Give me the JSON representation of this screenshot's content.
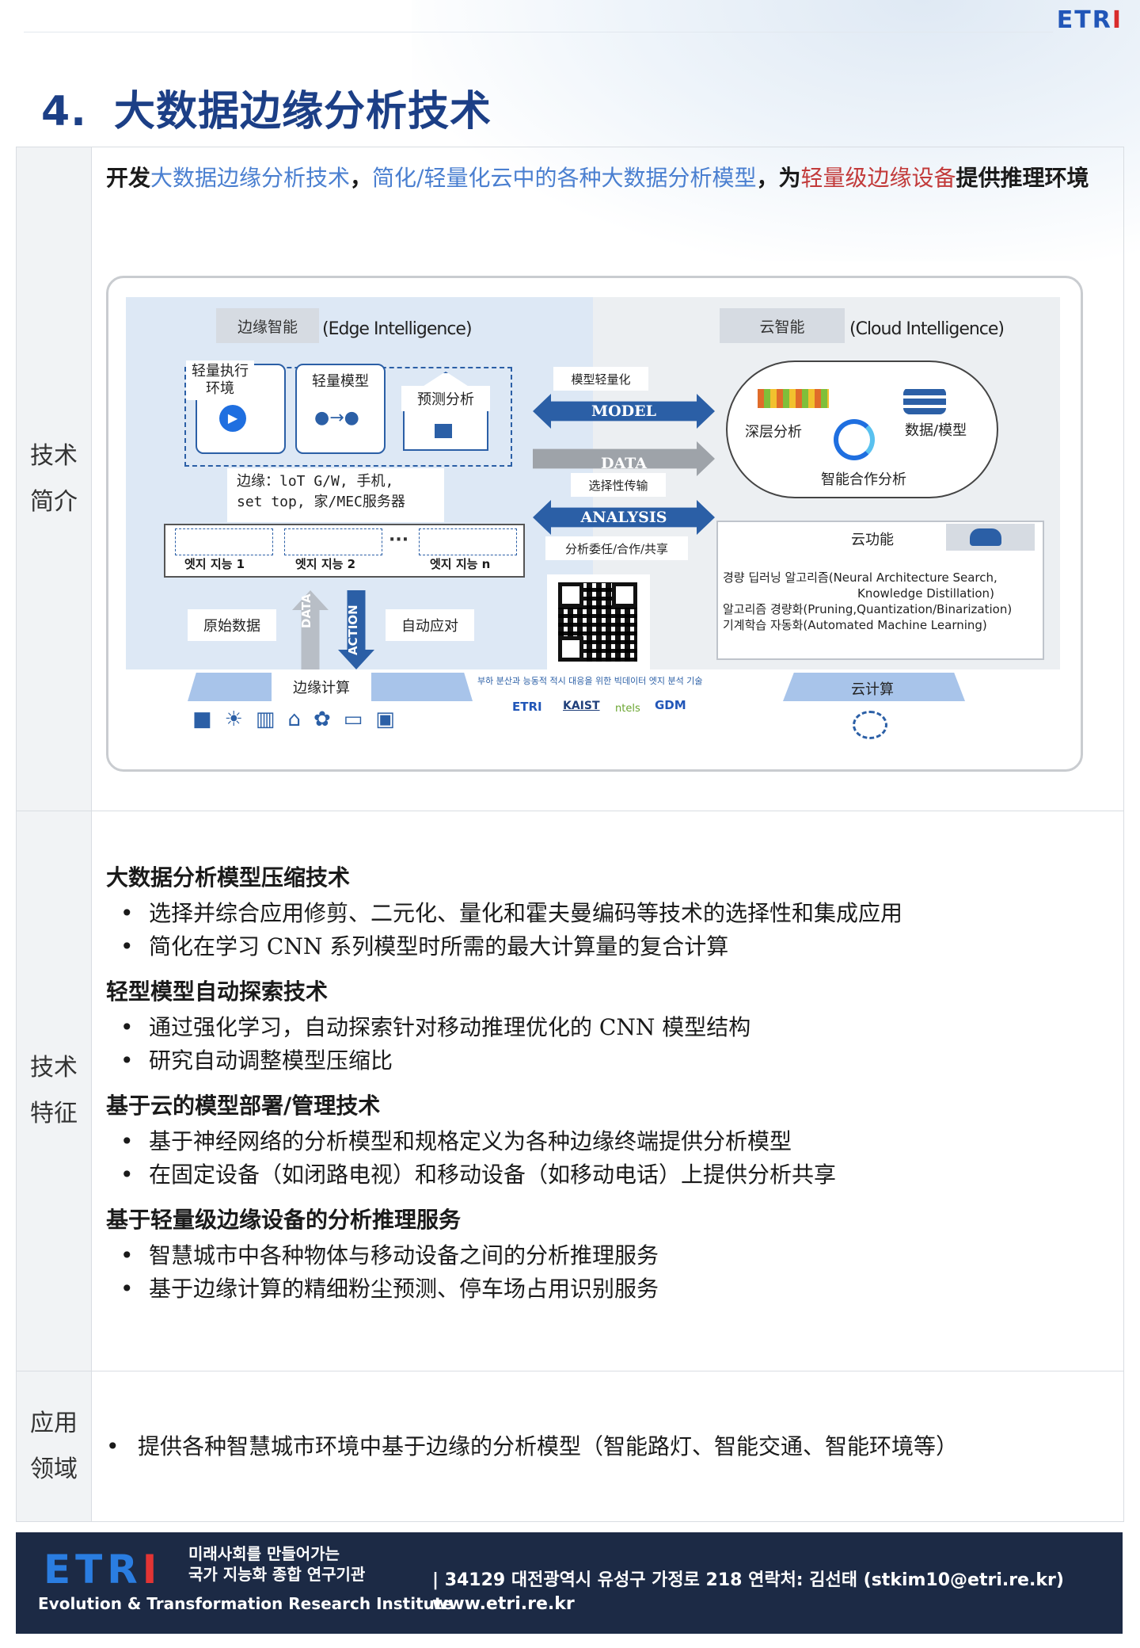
{
  "brand": {
    "logo_blue": "ETR",
    "logo_red": "I"
  },
  "page": {
    "number": "4.",
    "title": "大数据边缘分析技术"
  },
  "labels": {
    "intro": [
      "技术",
      "简介"
    ],
    "features": [
      "技术",
      "特征"
    ],
    "application": [
      "应用",
      "领域"
    ]
  },
  "intro": {
    "t1": "开发",
    "t2": "大数据边缘分析技术",
    "t3": "，",
    "t4": "简化/轻量化云中的各种大数据分析模型",
    "t5": "，为",
    "t6": "轻量级边缘设备",
    "t7": "提供推理环境"
  },
  "diagram": {
    "edge_label": "边缘智能",
    "edge_en": "(Edge Intelligence)",
    "cloud_label": "云智能",
    "cloud_en": "(Cloud Intelligence)",
    "edge_boxes": [
      "轻量执行环境",
      "轻量模型",
      "预测分析"
    ],
    "edge_desc_1": "边缘：loT G/W, 手机,",
    "edge_desc_2": "set top, 家/MEC服务器",
    "nodes": [
      "엣지 지능 1",
      "엣지 지능 2",
      "엣지 지능 n"
    ],
    "nodes_ellipsis": "···",
    "raw_data": "原始数据",
    "auto_response": "自动应对",
    "data_arrow": "DATA",
    "action_arrow": "ACTION",
    "edge_compute": "边缘计算",
    "model_note": "模型轻量化",
    "model_arrow": "MODEL",
    "data_mid_arrow": "DATA",
    "data_note": "选择性传输",
    "analysis_arrow": "ANALYSIS",
    "analysis_note": "分析委任/合作/共享",
    "cloud_items": [
      "深层分析",
      "数据/模型",
      "智能合作分析"
    ],
    "cloud_func_title": "云功能",
    "cloud_func": [
      "경량 딥러닝 알고리즘(Neural Architecture Search,",
      "Knowledge Distillation)",
      "알고리즘 경량화(Pruning,Quantization/Binarization)",
      "기계학습 자동화(Automated Machine Learning)"
    ],
    "bottom_caption": "부하 분산과 능동적 적시 대응을 위한 빅데이터 엣지 분석 기술",
    "partners": [
      "ETRI",
      "KAIST",
      "ntels",
      "GDM"
    ],
    "cloud_compute": "云计算",
    "colors": {
      "edge_bg": "#dde8f5",
      "arrow_blue": "#2b5fa6",
      "arrow_gray": "#9ea3a9"
    }
  },
  "features": [
    {
      "title": "大数据分析模型压缩技术",
      "items": [
        "选择并综合应用修剪、二元化、量化和霍夫曼编码等技术的选择性和集成应用",
        "简化在学习 CNN 系列模型时所需的最大计算量的复合计算"
      ]
    },
    {
      "title": "轻型模型自动探索技术",
      "items": [
        "通过强化学习，自动探索针对移动推理优化的 CNN 模型结构",
        "研究自动调整模型压缩比"
      ]
    },
    {
      "title": "基于云的模型部署/管理技术",
      "items": [
        "基于神经网络的分析模型和规格定义为各种边缘终端提供分析模型",
        "在固定设备（如闭路电视）和移动设备（如移动电话）上提供分析共享"
      ]
    },
    {
      "title": "基于轻量级边缘设备的分析推理服务",
      "items": [
        "智慧城市中各种物体与移动设备之间的分析推理服务",
        "基于边缘计算的精细粉尘预测、停车场占用识别服务"
      ]
    }
  ],
  "application": {
    "item": "提供各种智慧城市环境中基于边缘的分析模型（智能路灯、智能交通、智能环境等）"
  },
  "footer": {
    "logo_blue": "ETR",
    "logo_red": "I",
    "slogan_1": "미래사회를 만들어가는",
    "slogan_2": "국가 지능화 종합 연구기관",
    "institute": "Evolution & Transformation Research Institute",
    "address": "| 34129 대전광역시 유성구 가정로 218 연락처: 김선태 (stkim10@etri.re.kr)",
    "website": "www.etri.re.kr"
  }
}
